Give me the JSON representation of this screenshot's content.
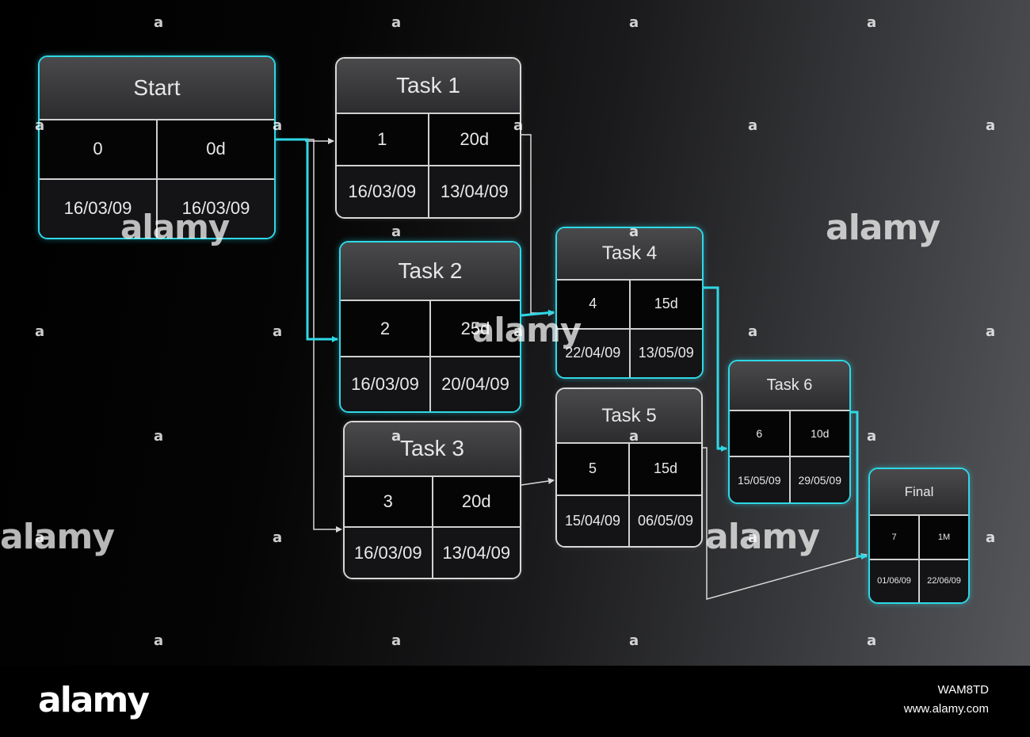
{
  "diagram": {
    "nodes": [
      {
        "id": "start",
        "title": "Start",
        "id_cell": "0",
        "duration": "0d",
        "start_date": "16/03/09",
        "end_date": "16/03/09",
        "critical": true
      },
      {
        "id": "task1",
        "title": "Task 1",
        "id_cell": "1",
        "duration": "20d",
        "start_date": "16/03/09",
        "end_date": "13/04/09",
        "critical": false
      },
      {
        "id": "task2",
        "title": "Task 2",
        "id_cell": "2",
        "duration": "25d",
        "start_date": "16/03/09",
        "end_date": "20/04/09",
        "critical": true
      },
      {
        "id": "task3",
        "title": "Task 3",
        "id_cell": "3",
        "duration": "20d",
        "start_date": "16/03/09",
        "end_date": "13/04/09",
        "critical": false
      },
      {
        "id": "task4",
        "title": "Task 4",
        "id_cell": "4",
        "duration": "15d",
        "start_date": "22/04/09",
        "end_date": "13/05/09",
        "critical": true
      },
      {
        "id": "task5",
        "title": "Task 5",
        "id_cell": "5",
        "duration": "15d",
        "start_date": "15/04/09",
        "end_date": "06/05/09",
        "critical": false
      },
      {
        "id": "task6",
        "title": "Task 6",
        "id_cell": "6",
        "duration": "10d",
        "start_date": "15/05/09",
        "end_date": "29/05/09",
        "critical": true
      },
      {
        "id": "final",
        "title": "Final",
        "id_cell": "7",
        "duration": "1M",
        "start_date": "01/06/09",
        "end_date": "22/06/09",
        "critical": true
      }
    ],
    "links": [
      {
        "from": "start",
        "to": "task1",
        "critical": false
      },
      {
        "from": "start",
        "to": "task2",
        "critical": true
      },
      {
        "from": "start",
        "to": "task3",
        "critical": false
      },
      {
        "from": "task1",
        "to": "task4",
        "critical": false
      },
      {
        "from": "task2",
        "to": "task4",
        "critical": true
      },
      {
        "from": "task3",
        "to": "task5",
        "critical": false
      },
      {
        "from": "task4",
        "to": "task6",
        "critical": true
      },
      {
        "from": "task5",
        "to": "final",
        "critical": false
      },
      {
        "from": "task6",
        "to": "final",
        "critical": true
      }
    ]
  },
  "watermark": {
    "text": "alamy",
    "image_id": "WAM8TD",
    "site": "www.alamy.com"
  },
  "colors": {
    "critical": "#2fd8e6",
    "normal": "#d8d8d8"
  }
}
